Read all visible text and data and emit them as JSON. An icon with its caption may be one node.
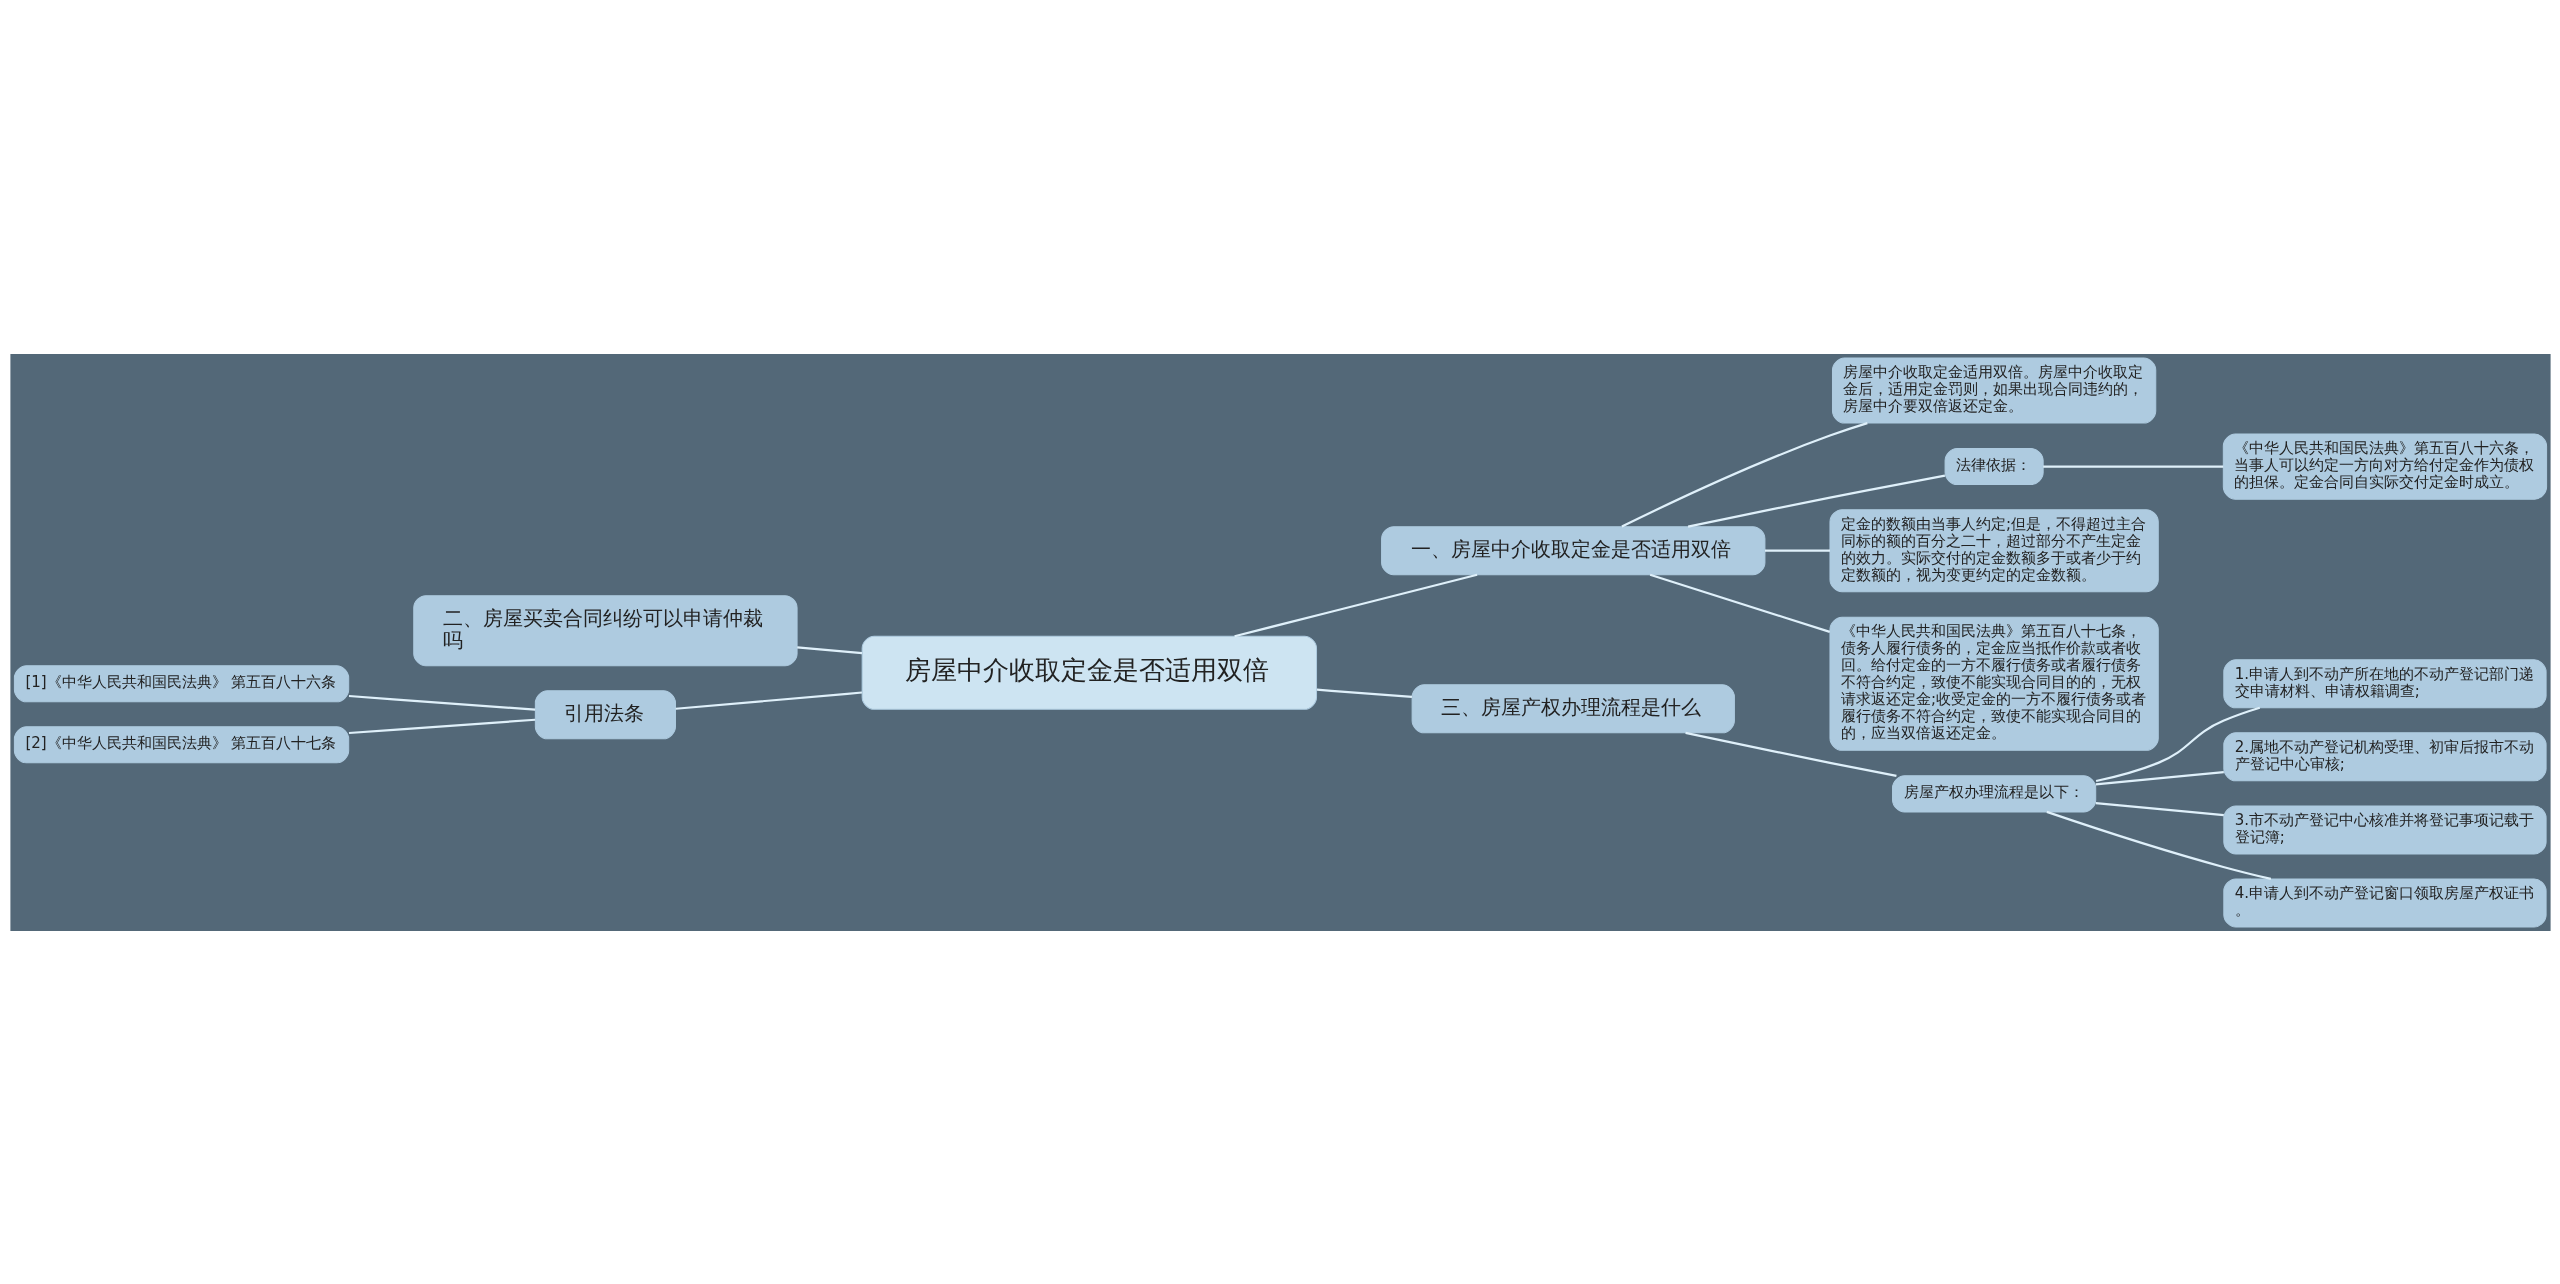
{
  "diagram": {
    "nodes": [
      {
        "text": [
          "房屋中介收取定金是否适用双倍"
        ]
      },
      {
        "text": [
          "一、房屋中介收取定金是否适用双倍"
        ]
      },
      {
        "text": [
          "房屋中介收取定金适用双倍。房屋中介收取定金后，适用定金罚则，如果出现合同违约的，房屋中介要双倍返还定金。"
        ]
      },
      {
        "text": [
          "法律依据："
        ]
      },
      {
        "text": [
          "《中华人民共和国民法典》第五百八十六条，当事人可以约定一方向对方给付定金作为债权的担保。定金合同自实际交付定金时成立。"
        ]
      },
      {
        "text": [
          "定金的数额由当事人约定;但是，不得超过主合同标的额的百分之二十，超过部分不产生定金的效力。实际交付的定金数额多于或者少于约定数额的，视为变更约定的定金数额。"
        ]
      },
      {
        "text": [
          "《中华人民共和国民法典》第五百八十七条，债务人履行债务的，定金应当抵作价款或者收回。给付定金的一方不履行债务或者履行债务不符合约定，致使不能实现合同目的的，无权请求返还定金;收受定金的一方不履行债务或者履行债务不符合约定，致使不能实现合同目的的，应当双倍返还定金。"
        ]
      },
      {
        "text": [
          "二、房屋买卖合同纠纷可以申请仲裁吗"
        ]
      },
      {
        "text": [
          "引用法条"
        ]
      },
      {
        "text": [
          "[1]《中华人民共和国民法典》 第五百八十六条"
        ]
      },
      {
        "text": [
          "[2]《中华人民共和国民法典》 第五百八十七条"
        ]
      },
      {
        "text": [
          "三、房屋产权办理流程是什么"
        ]
      },
      {
        "text": [
          "房屋产权办理流程是以下："
        ]
      },
      {
        "text": [
          "1.申请人到不动产所在地的不动产登记部门递交申请材料、申请权籍调查;"
        ]
      },
      {
        "text": [
          "2.属地不动产登记机构受理、初审后报市不动产登记中心审核;"
        ]
      },
      {
        "text": [
          "3.市不动产登记中心核准并将登记事项记载于登记簿;"
        ]
      },
      {
        "text": [
          "4.申请人到不动产登记窗口领取房屋产权证书。"
        ]
      }
    ],
    "edges": [
      {
        "from": 0,
        "to": 1,
        "arrow": "none"
      },
      {
        "from": 1,
        "to": 2,
        "arrow": "none"
      },
      {
        "from": 1,
        "to": 3,
        "arrow": "none"
      },
      {
        "from": 3,
        "to": 4,
        "arrow": "none"
      },
      {
        "from": 1,
        "to": 5,
        "arrow": "none"
      },
      {
        "from": 1,
        "to": 6,
        "arrow": "none"
      },
      {
        "from": 0,
        "to": 7,
        "arrow": "none"
      },
      {
        "from": 0,
        "to": 8,
        "arrow": "none"
      },
      {
        "from": 8,
        "to": 9,
        "arrow": "none"
      },
      {
        "from": 8,
        "to": 10,
        "arrow": "none"
      },
      {
        "from": 0,
        "to": 11,
        "arrow": "none"
      },
      {
        "from": 11,
        "to": 12,
        "arrow": "none"
      },
      {
        "from": 12,
        "to": 13,
        "arrow": "none"
      },
      {
        "from": 12,
        "to": 14,
        "arrow": "none"
      },
      {
        "from": 12,
        "to": 15,
        "arrow": "none"
      },
      {
        "from": 12,
        "to": 16,
        "arrow": "none"
      }
    ]
  }
}
